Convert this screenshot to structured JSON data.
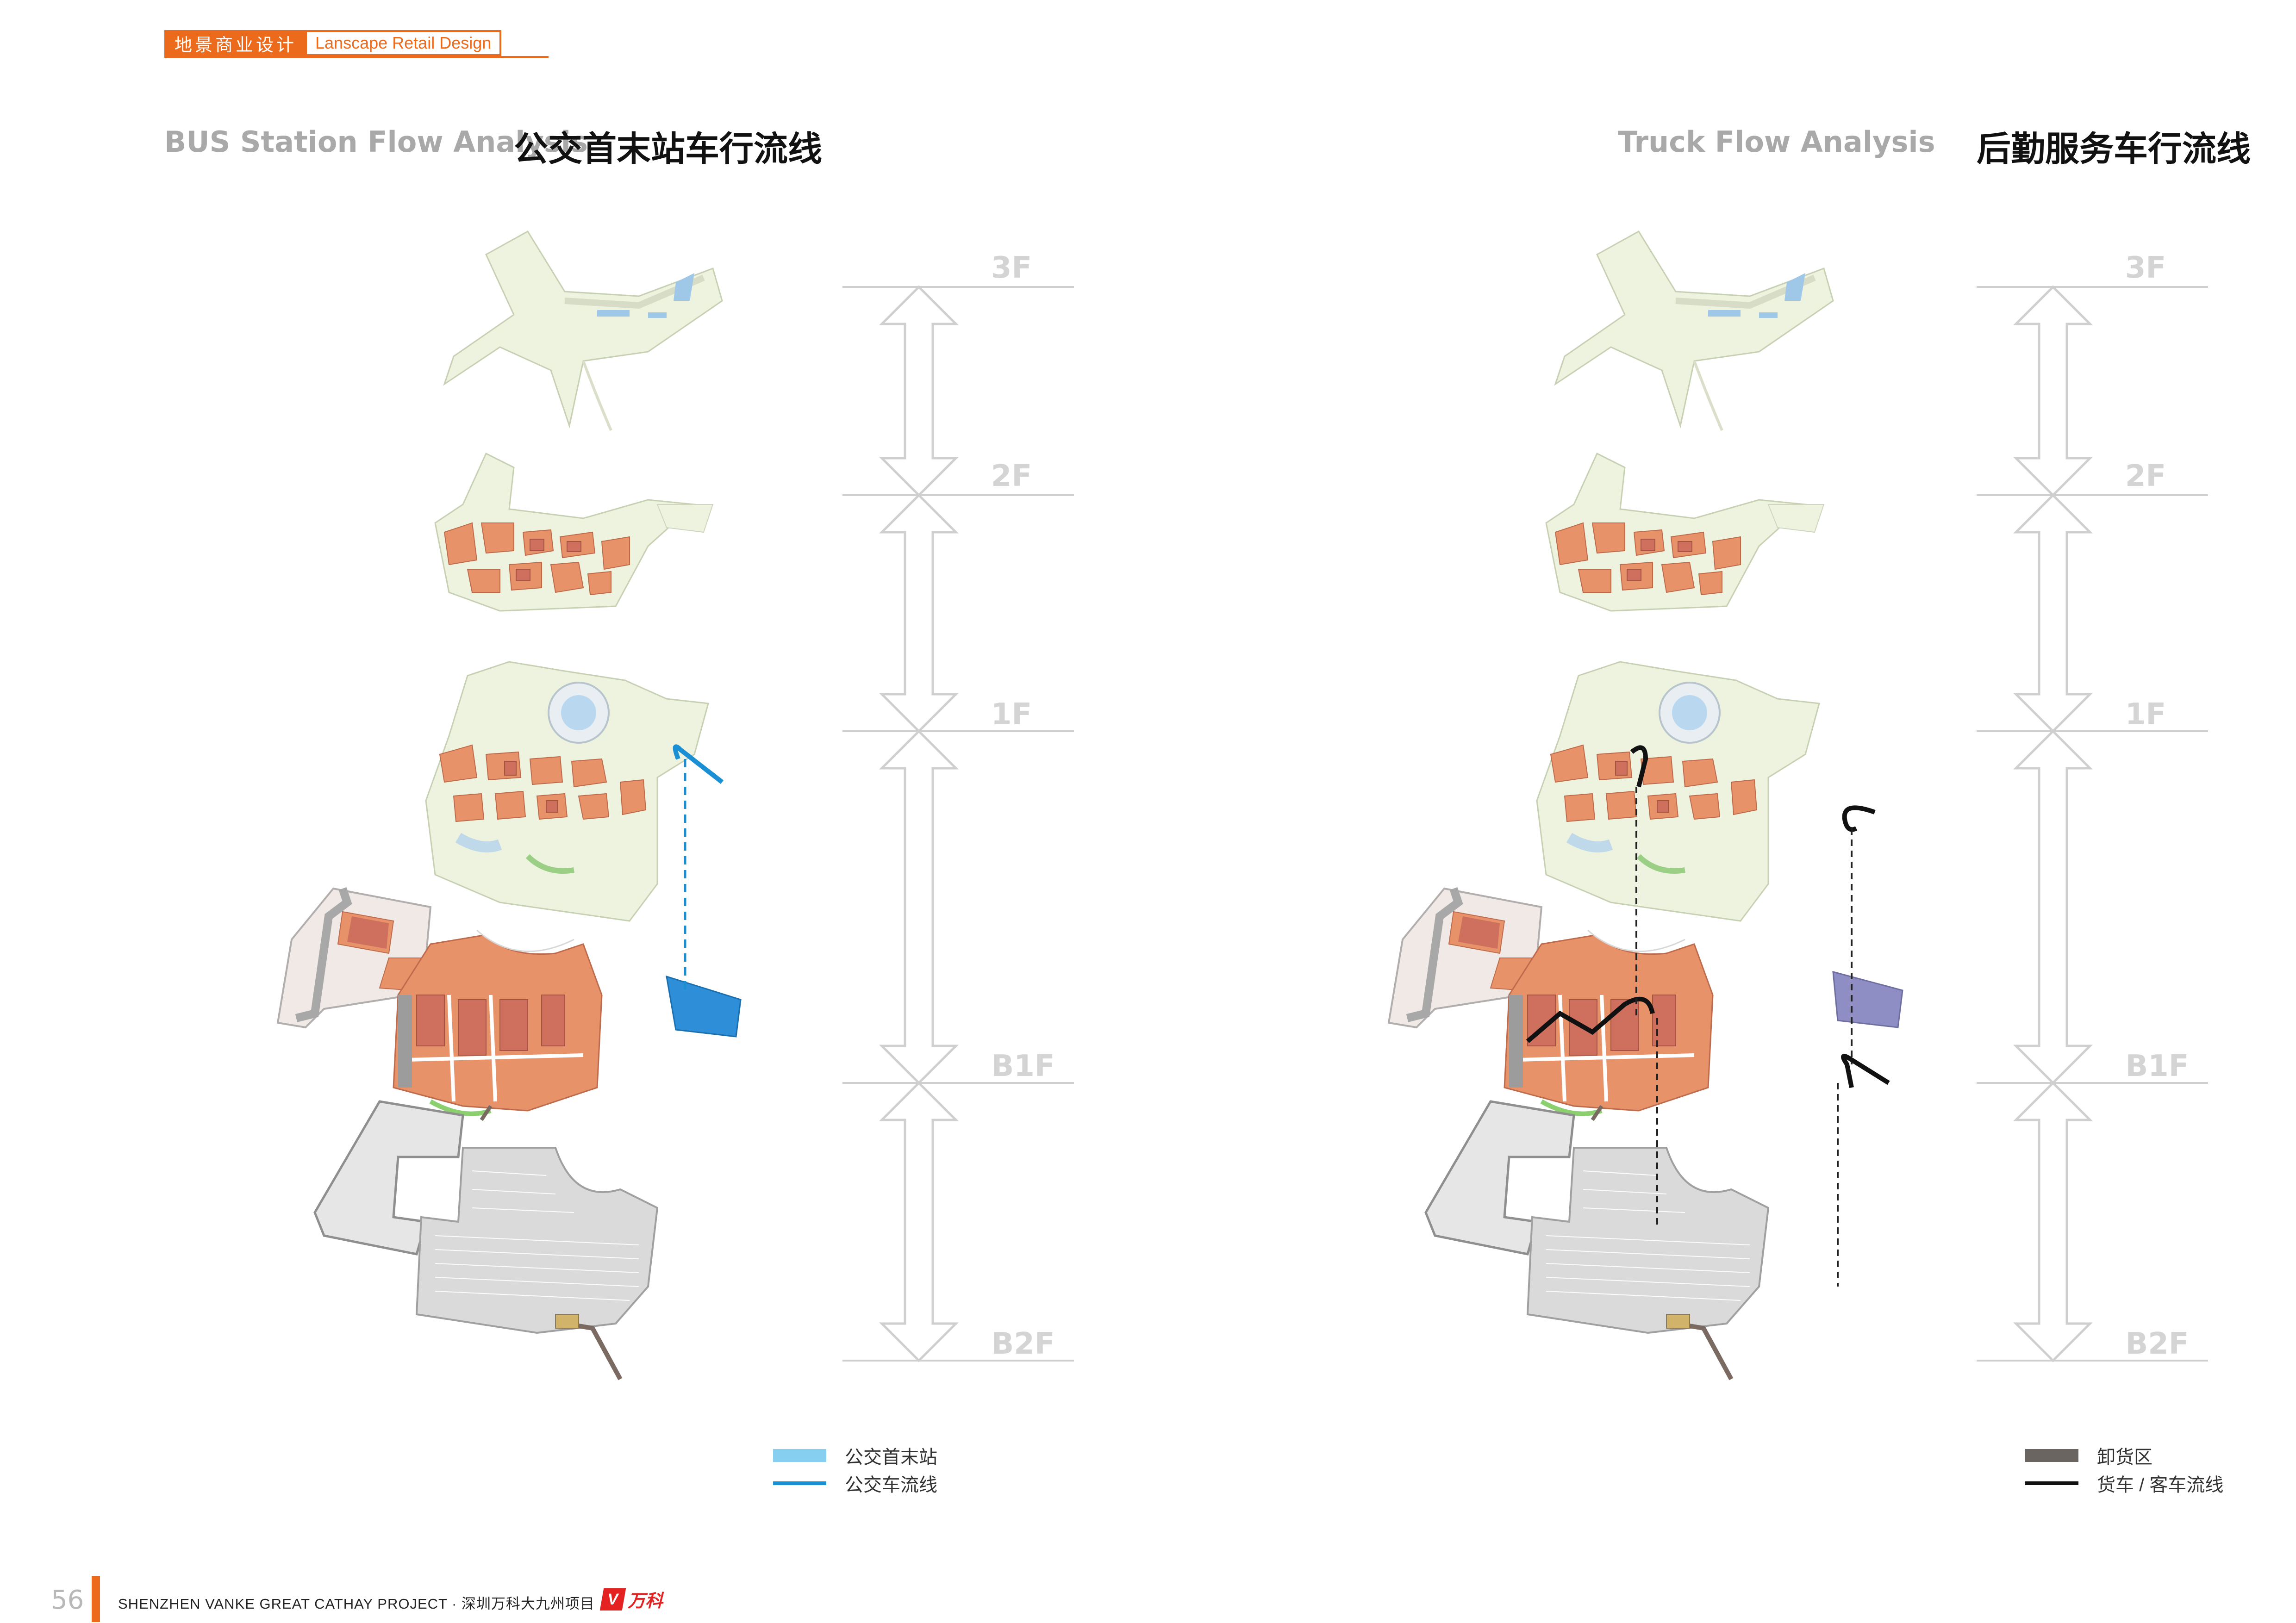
{
  "header": {
    "cn": "地景商业设计",
    "en": "Lanscape Retail Design"
  },
  "left": {
    "title_en": "BUS Station  Flow Analysis",
    "title_cn": "公交首末站车行流线",
    "legend": [
      {
        "label": "公交首末站",
        "color": "#86cff0",
        "kind": "block"
      },
      {
        "label": "公交车流线",
        "color": "#1a8fd4",
        "kind": "line"
      }
    ]
  },
  "right": {
    "title_en": "Truck Flow Analysis",
    "title_cn": "后勤服务车行流线",
    "legend": [
      {
        "label": "卸货区",
        "color": "#6b6562",
        "kind": "block"
      },
      {
        "label": "货车 / 客车流线",
        "color": "#111111",
        "kind": "line"
      }
    ]
  },
  "floors": [
    "3F",
    "2F",
    "1F",
    "B1F",
    "B2F"
  ],
  "colors": {
    "accent": "#ec6a1b",
    "retail": "#e8926a",
    "retail_dark": "#cf6f5e",
    "landscape": "#eef3df",
    "parking": "#d6d6d6",
    "bus_area": "#2e8fd8",
    "unload_area": "#8e8ec4"
  },
  "footer": {
    "page": "56",
    "project": "SHENZHEN VANKE GREAT  CATHAY PROJECT  · 深圳万科大九州项目",
    "brand": "万科"
  }
}
